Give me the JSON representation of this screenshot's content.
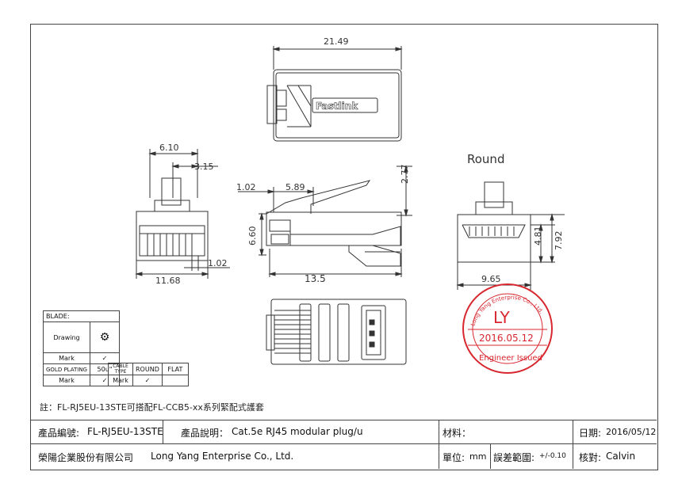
{
  "drawing": {
    "dims": {
      "top_length": "21.49",
      "front_width": "6.10",
      "front_half": "3.15",
      "front_pitch": "1.02",
      "front_total": "11.68",
      "side_tip": "1.02",
      "side_latch": "5.89",
      "side_latch_h": "2.77",
      "side_height": "6.60",
      "side_length": "13.5",
      "round_inner": "4.81",
      "round_outer": "7.92",
      "round_width": "9.65"
    },
    "brand_text": "Fastlink",
    "round_label": "Round"
  },
  "stamp": {
    "arc_text": "Long Yang Enterprise Co., Ltd.",
    "initials": "LY",
    "date": "2016.05.12",
    "issued": "Engineer Issued",
    "color": "#d8272f"
  },
  "spec_table": {
    "blade_header": "BLADE:",
    "drawing_label": "Drawing",
    "mark_label": "Mark",
    "check": "✓",
    "gold_plating": "GOLD PLATING",
    "gold_value": "50u\"",
    "cable_type": "CABLE TYPE",
    "round": "ROUND",
    "flat": "FLAT"
  },
  "note": "註：FL-RJ5EU-13STE可搭配FL-CCB5-xx系列緊配式護套",
  "title_block": {
    "product_no_label": "產品編號:",
    "product_no": "FL-RJ5EU-13STE",
    "product_desc_label": "產品說明：",
    "product_desc": "Cat.5e  RJ45 modular plug/u",
    "material_label": "材料：",
    "date_label": "日期:",
    "date": "2016/05/12",
    "company_cn": "榮陽企業股份有限公司",
    "company_en": "Long Yang Enterprise Co., Ltd.",
    "unit_label": "單位:",
    "unit": "mm",
    "tolerance_label": "誤差範圍:",
    "tolerance": "+/-0.10",
    "checker_label": "核對:",
    "checker": "Calvin"
  }
}
